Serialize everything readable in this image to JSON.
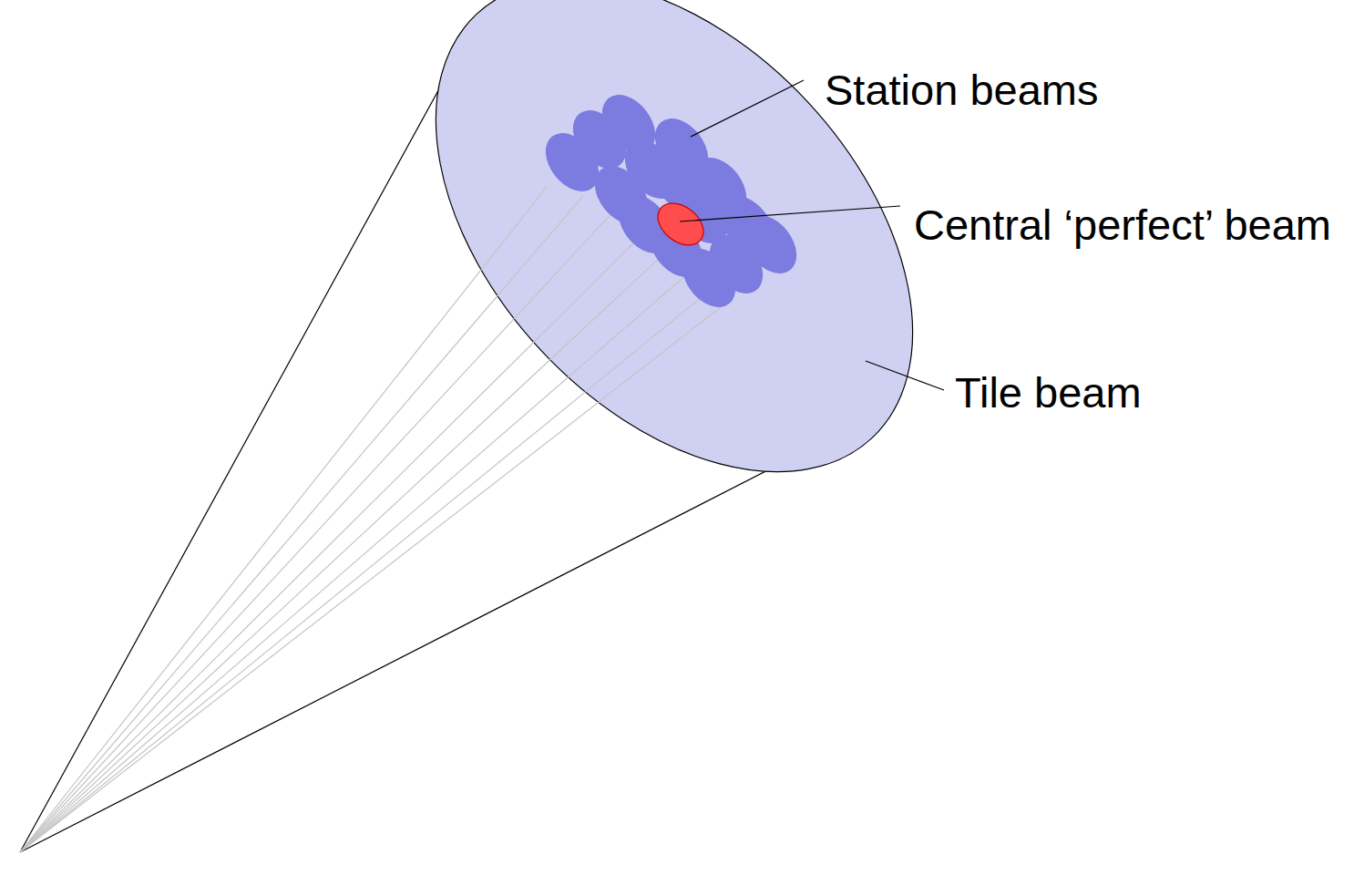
{
  "diagram": {
    "labels": [
      "Station beams",
      "Central ‘perfect’ beam",
      "Tile beam"
    ]
  }
}
